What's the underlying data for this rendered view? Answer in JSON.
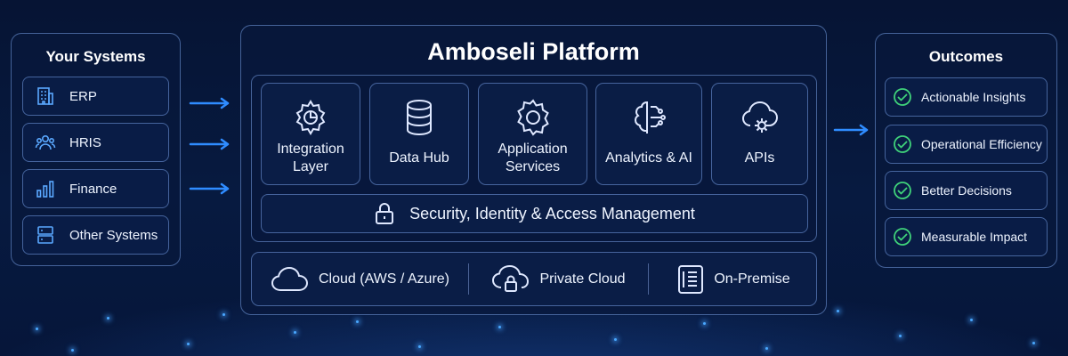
{
  "systems": {
    "title": "Your Systems",
    "items": [
      {
        "label": "ERP",
        "icon": "building-icon"
      },
      {
        "label": "HRIS",
        "icon": "users-icon"
      },
      {
        "label": "Finance",
        "icon": "bar-chart-icon"
      },
      {
        "label": "Other Systems",
        "icon": "server-icon"
      }
    ]
  },
  "platform": {
    "title": "Amboseli Platform",
    "modules": [
      {
        "label": "Integration Layer",
        "icon": "gear-chart-icon"
      },
      {
        "label": "Data Hub",
        "icon": "database-icon"
      },
      {
        "label": "Application Services",
        "icon": "gear-icon"
      },
      {
        "label": "Analytics & AI",
        "icon": "brain-circuit-icon"
      },
      {
        "label": "APIs",
        "icon": "cloud-gear-icon"
      }
    ],
    "security": {
      "label": "Security, Identity & Access Management",
      "icon": "lock-icon"
    },
    "deployments": [
      {
        "label": "Cloud (AWS / Azure)",
        "icon": "cloud-icon"
      },
      {
        "label": "Private Cloud",
        "icon": "cloud-lock-icon"
      },
      {
        "label": "On-Premise",
        "icon": "server-rack-icon"
      }
    ]
  },
  "outcomes": {
    "title": "Outcomes",
    "items": [
      {
        "label": "Actionable Insights",
        "icon": "check-circle-icon"
      },
      {
        "label": "Operational Efficiency",
        "icon": "check-circle-icon"
      },
      {
        "label": "Better Decisions",
        "icon": "check-circle-icon"
      },
      {
        "label": "Measurable Impact",
        "icon": "check-circle-icon"
      }
    ]
  },
  "colors": {
    "background": "#061434",
    "border": "#7aa0e6",
    "arrow": "#2f8cff",
    "check": "#3fd27a",
    "icon": "#dfe8ff"
  }
}
